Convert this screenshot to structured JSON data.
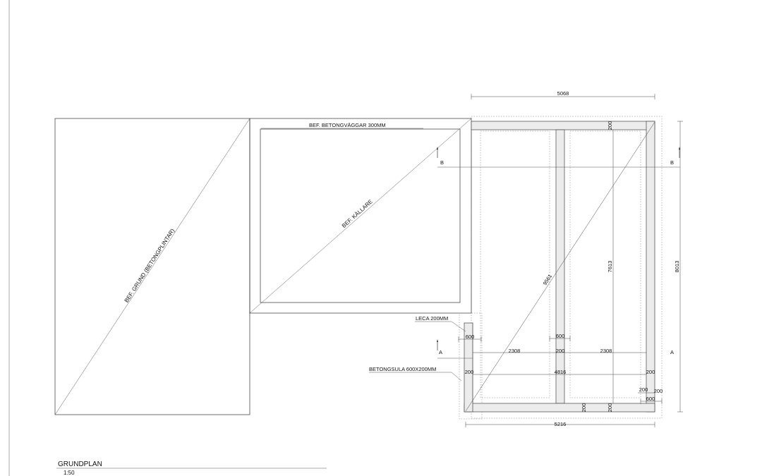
{
  "labels": {
    "grund": "BEF. GRUND (BETONGPLINTAR)",
    "kallare": "BEF. KÄLLARE",
    "betongvaggar": "BEF. BETONGVÄGGAR 300MM",
    "leca": "LECA 200MM",
    "betongsula": "BETONGSULA 600X200MM"
  },
  "section_marks": {
    "a": "A",
    "b": "B"
  },
  "dimensions": {
    "top_width": "5068",
    "bottom_width": "5216",
    "right_height": "8013",
    "inner_height": "7613",
    "diagonal": "9561",
    "top_wall": "200",
    "leca_width": "600",
    "mid_wall_width": "600",
    "room_left": "2308",
    "mid_wall": "200",
    "room_right": "2308",
    "inner_width": "4816",
    "left_wall": "200",
    "right_wall": "200",
    "corner_200_a": "200",
    "corner_200_b": "200",
    "corner_600": "600",
    "bottom_wall_left": "200",
    "bottom_wall_right": "200"
  },
  "title_block": {
    "title": "GRUNDPLAN",
    "scale": "1:50"
  }
}
